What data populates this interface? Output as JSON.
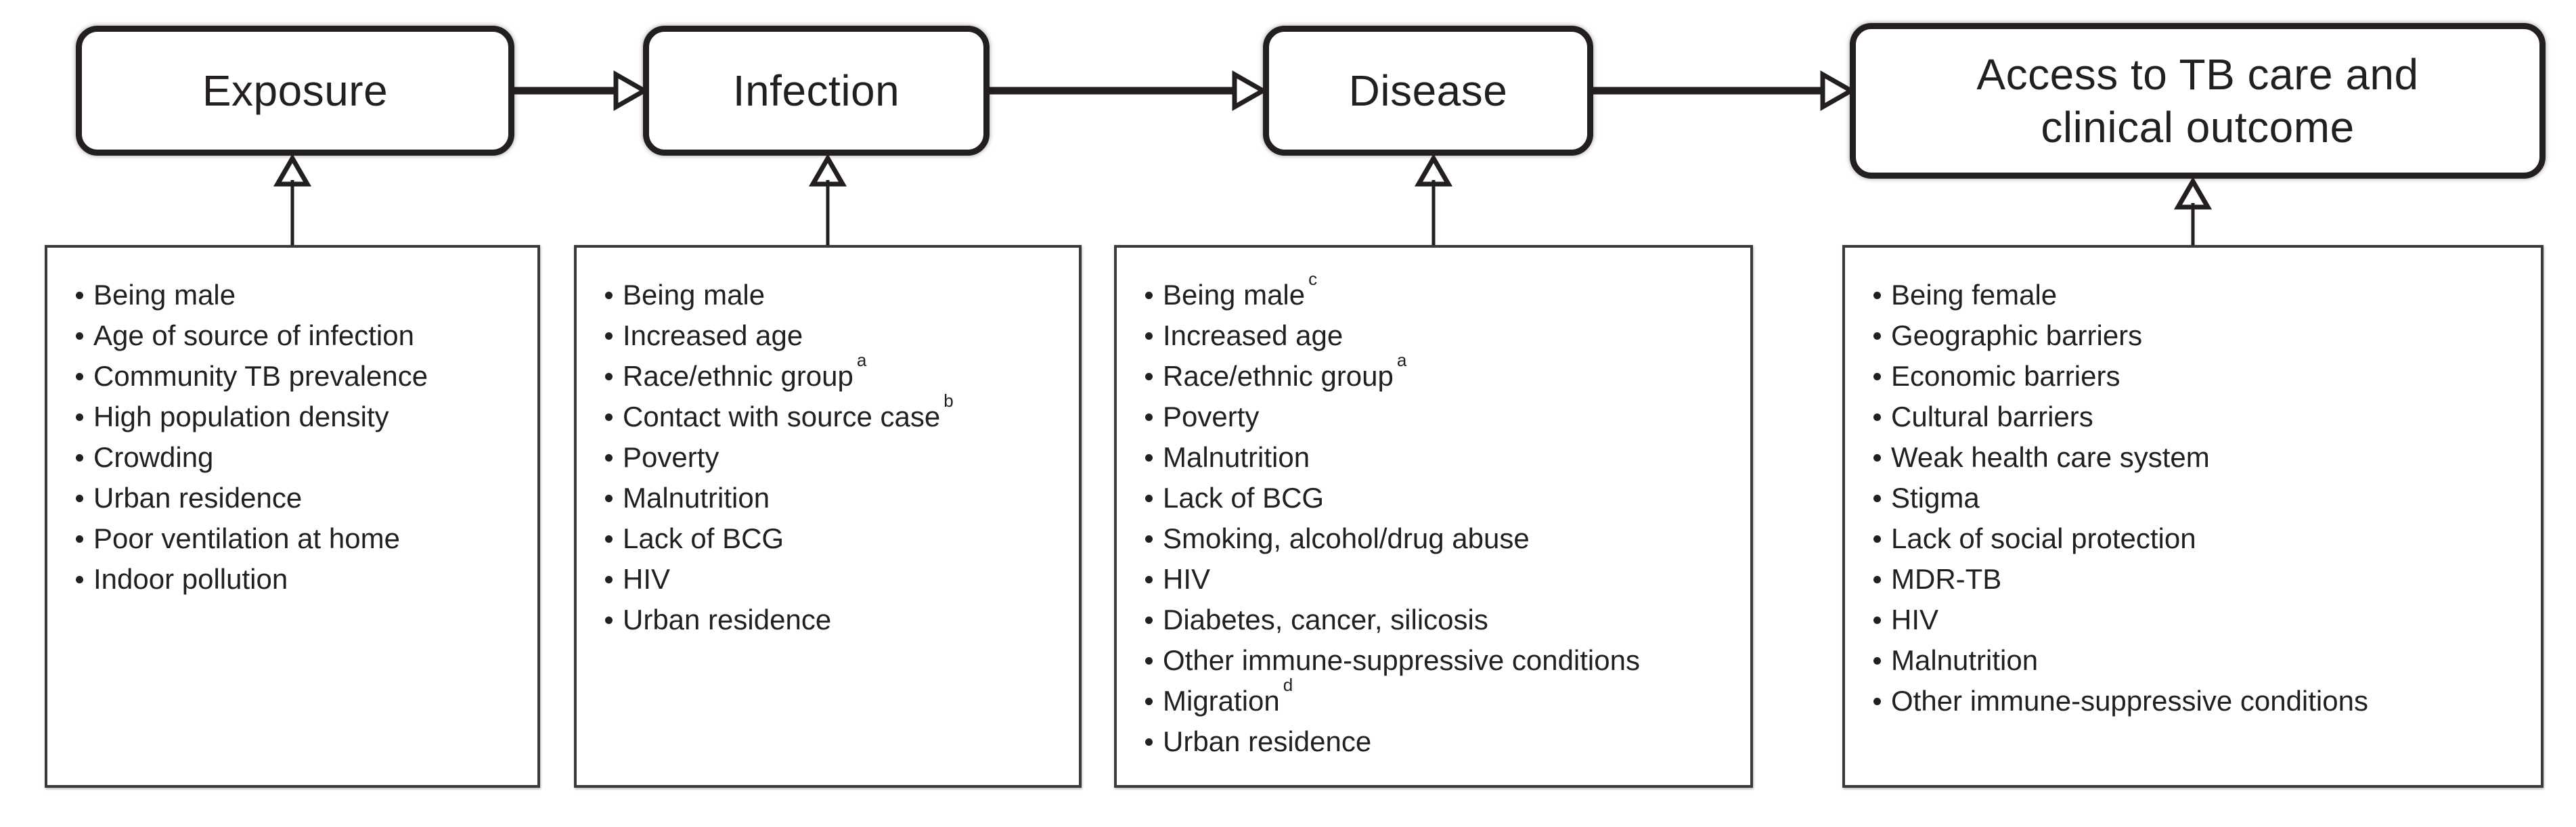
{
  "colors": {
    "ink": "#231f20",
    "panel_border": "#3a3a3a",
    "background": "#ffffff"
  },
  "stages": [
    {
      "label": "Exposure",
      "factors": [
        {
          "text": "Being male"
        },
        {
          "text": "Age of source of infection"
        },
        {
          "text": "Community TB prevalence"
        },
        {
          "text": "High population density"
        },
        {
          "text": "Crowding"
        },
        {
          "text": "Urban residence"
        },
        {
          "text": "Poor ventilation at home"
        },
        {
          "text": "Indoor pollution"
        }
      ]
    },
    {
      "label": "Infection",
      "factors": [
        {
          "text": "Being male"
        },
        {
          "text": "Increased age"
        },
        {
          "text": "Race/ethnic group",
          "sup": "a"
        },
        {
          "text": "Contact with source case",
          "sup": "b"
        },
        {
          "text": "Poverty"
        },
        {
          "text": "Malnutrition"
        },
        {
          "text": "Lack of BCG"
        },
        {
          "text": "HIV"
        },
        {
          "text": "Urban residence"
        }
      ]
    },
    {
      "label": "Disease",
      "factors": [
        {
          "text": "Being male",
          "sup": "c"
        },
        {
          "text": "Increased age"
        },
        {
          "text": "Race/ethnic group",
          "sup": "a"
        },
        {
          "text": "Poverty"
        },
        {
          "text": "Malnutrition"
        },
        {
          "text": "Lack of BCG"
        },
        {
          "text": "Smoking, alcohol/drug abuse"
        },
        {
          "text": "HIV"
        },
        {
          "text": "Diabetes, cancer, silicosis"
        },
        {
          "text": "Other immune-suppressive conditions"
        },
        {
          "text": "Migration",
          "sup": "d"
        },
        {
          "text": "Urban residence"
        }
      ]
    },
    {
      "label": "Access to TB care and clinical outcome",
      "factors": [
        {
          "text": "Being female"
        },
        {
          "text": "Geographic barriers"
        },
        {
          "text": "Economic barriers"
        },
        {
          "text": "Cultural barriers"
        },
        {
          "text": "Weak health care system"
        },
        {
          "text": "Stigma"
        },
        {
          "text": "Lack of social protection"
        },
        {
          "text": "MDR-TB"
        },
        {
          "text": "HIV"
        },
        {
          "text": "Malnutrition"
        },
        {
          "text": "Other immune-suppressive conditions"
        }
      ]
    }
  ]
}
